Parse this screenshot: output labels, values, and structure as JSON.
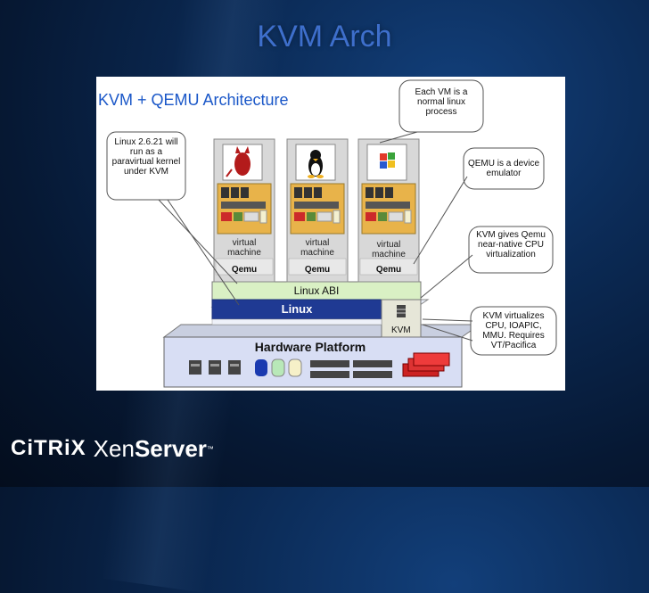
{
  "slide": {
    "title": "KVM Arch"
  },
  "diagram": {
    "title": "KVM + QEMU Architecture",
    "callouts": {
      "linux_version": "Linux 2.6.21 will run as a paravirtual kernel under KVM",
      "each_vm": "Each VM is a normal linux process",
      "qemu_emulator": "QEMU is a device emulator",
      "kvm_gives": "KVM gives Qemu near-native CPU virtualization",
      "kvm_virtualizes": "KVM virtualizes CPU, IOAPIC, MMU. Requires VT/Pacifica"
    },
    "vms": [
      {
        "icon": "bsd-daemon-icon",
        "label_line1": "virtual",
        "label_line2": "machine",
        "qemu": "Qemu"
      },
      {
        "icon": "linux-penguin-icon",
        "label_line1": "virtual",
        "label_line2": "machine",
        "qemu": "Qemu"
      },
      {
        "icon": "windows-logo-icon",
        "label_line1": "virtual",
        "label_line2": "machine",
        "qemu": "Qemu"
      }
    ],
    "layers": {
      "abi": "Linux ABI",
      "linux": "Linux",
      "kvm": "KVM",
      "hardware": "Hardware Platform"
    }
  },
  "branding": {
    "company": "CiTRiX",
    "product_part1": "Xen",
    "product_part2": "Server",
    "trademark": "™"
  },
  "colors": {
    "slide_title": "#3e6fcc",
    "diagram_title": "#1a57c8",
    "linux_bar": "#1f3a93",
    "abi_bar": "#d9f0c4",
    "hw_box": "#d8def4",
    "vm_box": "#d8d8d8",
    "vm_card": "#e8b34a"
  }
}
